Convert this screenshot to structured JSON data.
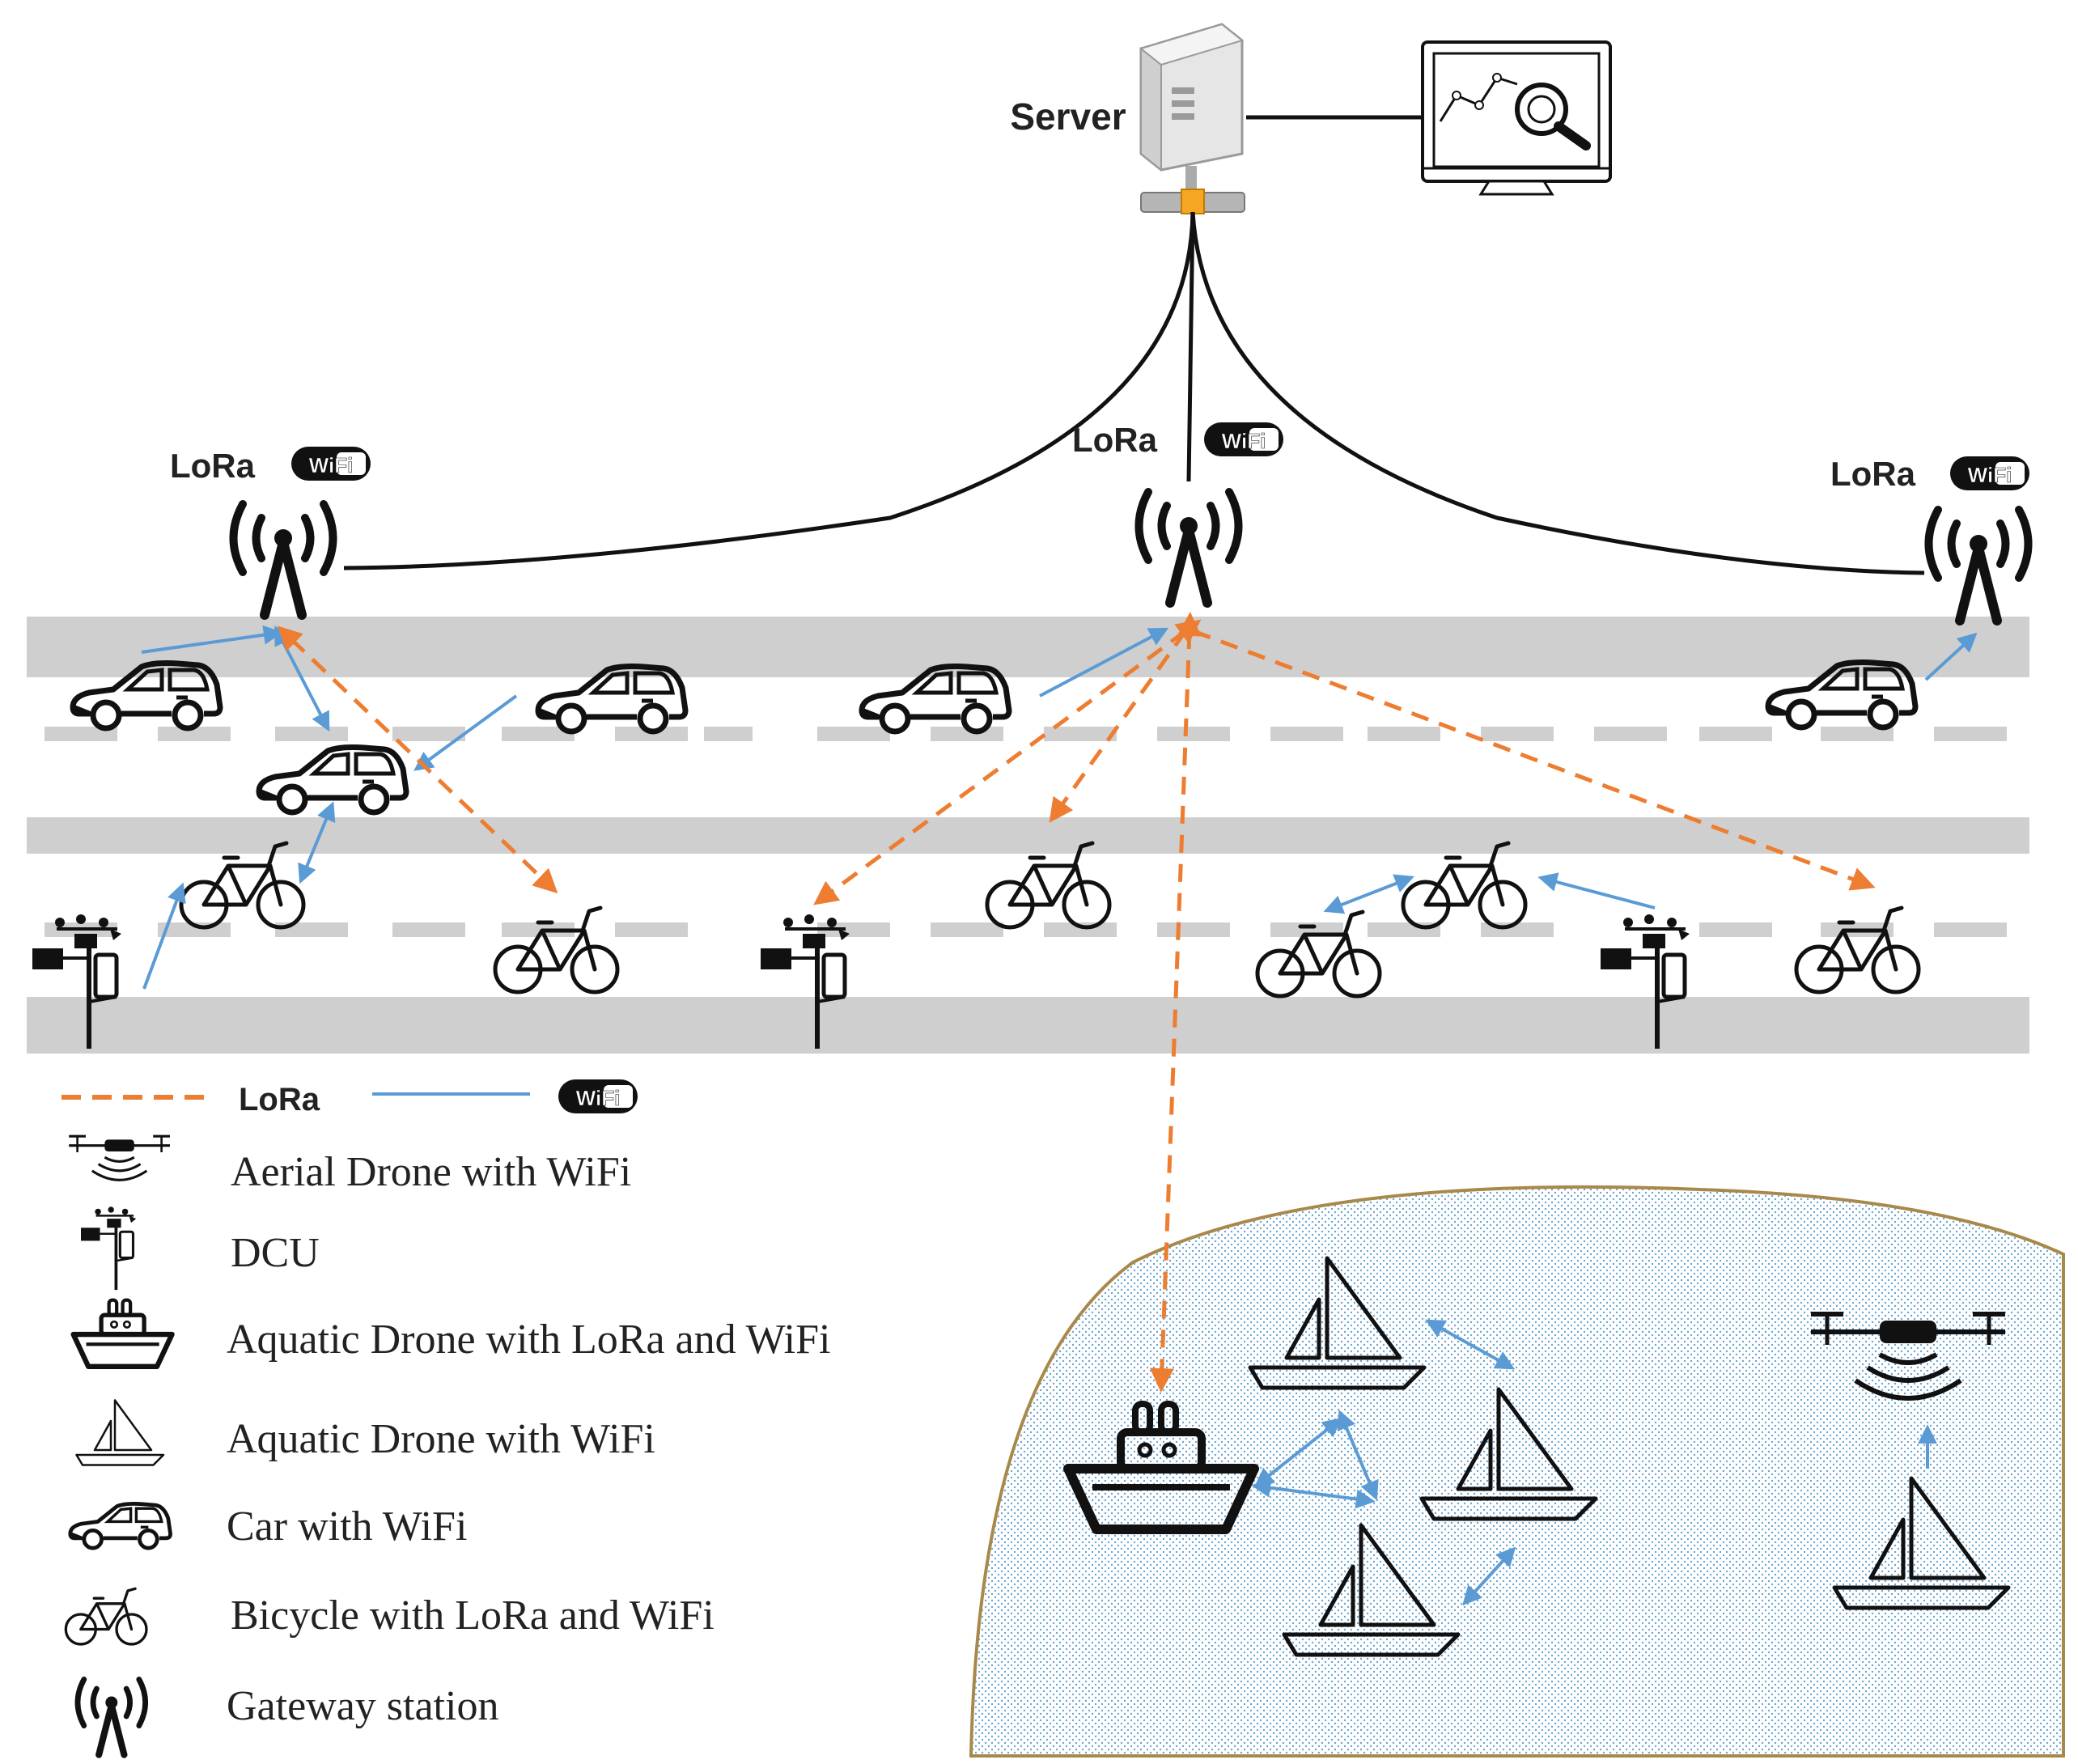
{
  "server": {
    "label": "Server",
    "icon": "server-icon"
  },
  "monitor": {
    "icon": "monitor-analytics-icon"
  },
  "gateways": [
    {
      "lora": "LoRa",
      "wifi": "WiFi"
    },
    {
      "lora": "LoRa",
      "wifi": "WiFi"
    },
    {
      "lora": "LoRa",
      "wifi": "WiFi"
    }
  ],
  "legend": {
    "lora": "LoRa",
    "wifi": "WiFi",
    "lora_color": "#ed7d31",
    "wifi_color": "#5b9bd5",
    "items": [
      {
        "icon": "aerial-drone-icon",
        "label": "Aerial Drone with WiFi"
      },
      {
        "icon": "dcu-icon",
        "label": "DCU"
      },
      {
        "icon": "ship-icon",
        "label": "Aquatic Drone with LoRa and WiFi"
      },
      {
        "icon": "sailboat-icon",
        "label": "Aquatic Drone with WiFi"
      },
      {
        "icon": "car-icon",
        "label": "Car with WiFi"
      },
      {
        "icon": "bicycle-icon",
        "label": "Bicycle with LoRa and WiFi"
      },
      {
        "icon": "gateway-antenna-icon",
        "label": "Gateway station"
      }
    ]
  }
}
